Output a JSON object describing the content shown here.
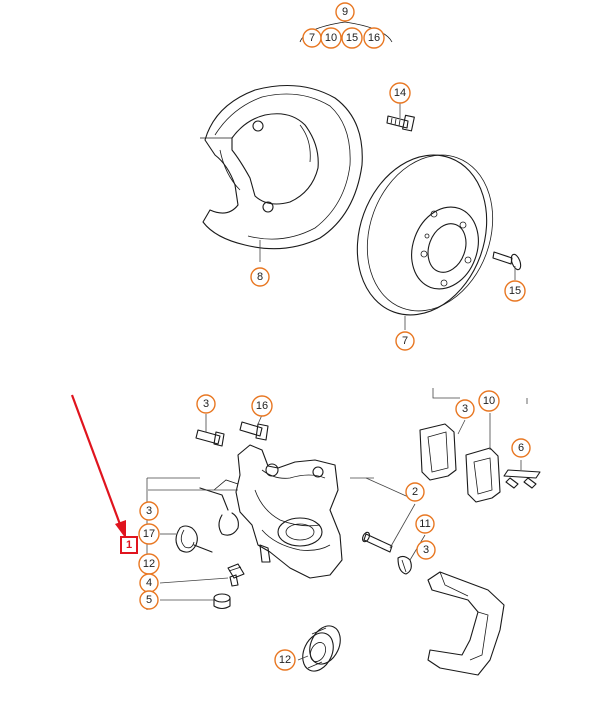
{
  "colors": {
    "callout_border": "#e87722",
    "selection_highlight": "#e0141e",
    "line_art": "#1a1a1a"
  },
  "callouts": {
    "c9": "9",
    "c7_top": "7",
    "c10_top": "10",
    "c15_top": "15",
    "c16_top": "16",
    "c14": "14",
    "c8": "8",
    "c15_disc": "15",
    "c7_disc": "7",
    "c3_bolt": "3",
    "c16_bolt": "16",
    "c3_pads": "3",
    "c10_pads": "10",
    "c6": "6",
    "c2": "2",
    "c11": "11",
    "c3_pin": "3",
    "c3_left": "3",
    "c17": "17",
    "c12_left": "12",
    "c4": "4",
    "c5": "5",
    "c12_bottom": "12"
  },
  "selected_callout": "1",
  "icons": {
    "pointer": "red-arrow-icon"
  }
}
